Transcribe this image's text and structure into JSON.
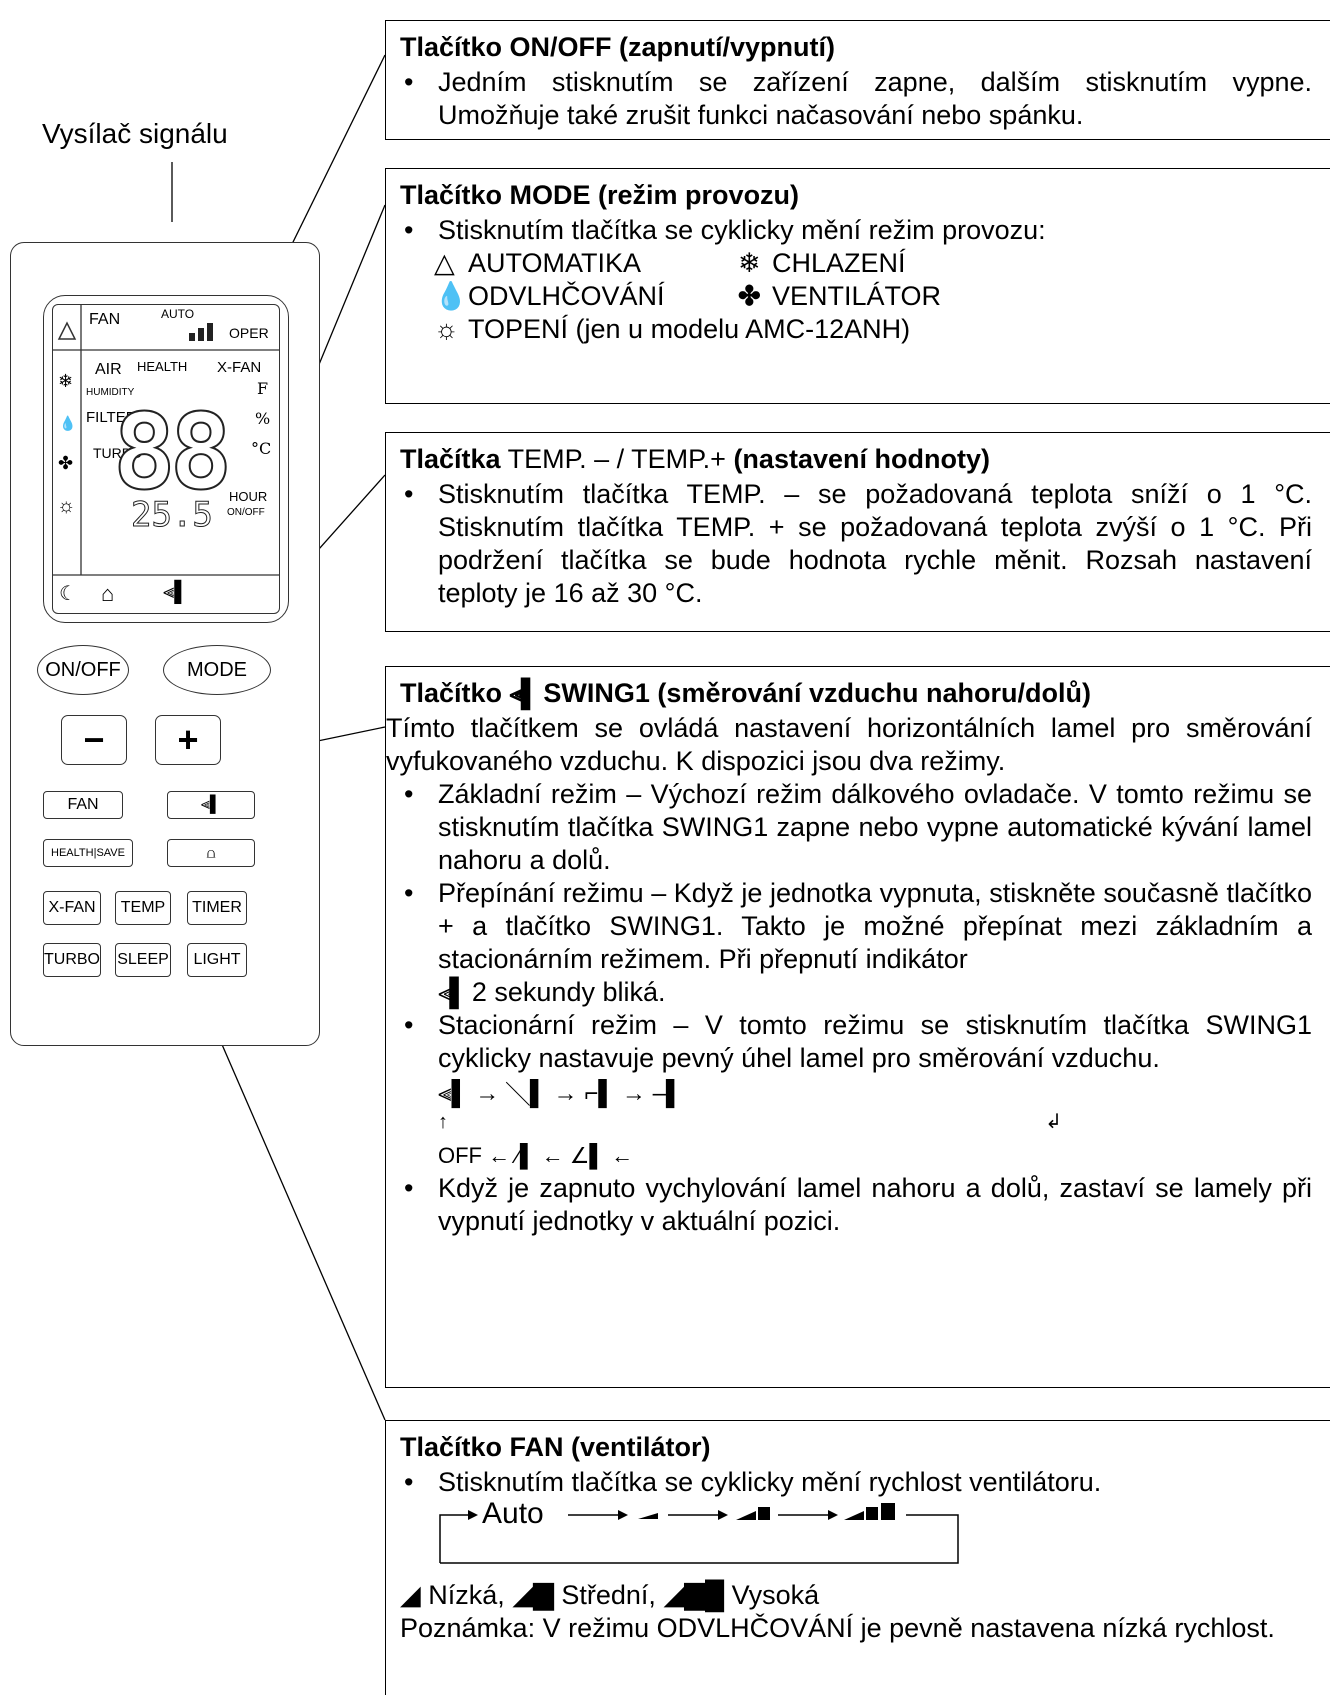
{
  "remote": {
    "transmitter_label": "Vysílač signálu",
    "lcd": {
      "fan": "FAN",
      "auto": "AUTO",
      "oper": "OPER",
      "air": "AIR",
      "health": "HEALTH",
      "xfan": "X-FAN",
      "humidity": "HUMIDITY",
      "filter": "FILTER",
      "turbo": "TURBO",
      "f": "F",
      "percent": "%",
      "celsius": "°C",
      "hour": "HOUR",
      "onoff": "ON/OFF",
      "digits_big": "88",
      "digits_small": "25.5"
    },
    "buttons": {
      "onoff": "ON/OFF",
      "mode": "MODE",
      "minus": "−",
      "plus": "+",
      "fan": "FAN",
      "health_save": "HEALTH|SAVE",
      "xfan": "X-FAN",
      "temp": "TEMP",
      "timer": "TIMER",
      "turbo": "TURBO",
      "sleep": "SLEEP",
      "light": "LIGHT"
    }
  },
  "sections": {
    "onoff": {
      "title": "Tlačítko ON/OFF (zapnutí/vypnutí)",
      "bullet": "Jedním stisknutím se zařízení zapne, dalším stisknutím vypne. Umožňuje také zrušit funkci načasování nebo spánku."
    },
    "mode": {
      "title": "Tlačítko MODE (režim provozu)",
      "bullet": "Stisknutím tlačítka se cyklicky mění režim provozu:",
      "modes": [
        "AUTOMATIKA",
        "CHLAZENÍ",
        "ODVLHČOVÁNÍ",
        "VENTILÁTOR",
        "TOPENÍ (jen u modelu AMC-12ANH)"
      ]
    },
    "temp": {
      "title_bold": "Tlačítka",
      "title_normal": " TEMP. – / TEMP.+ ",
      "title_bold2": "(nastavení hodnoty)",
      "bullet": "Stisknutím tlačítka TEMP. – se požadovaná teplota sníží o 1 °C. Stisknutím tlačítka TEMP. + se požadovaná teplota zvýší o 1 °C. Při podržení tlačítka se bude hodnota rychle měnit. Rozsah nastavení teploty je 16 až 30 °C."
    },
    "swing": {
      "title_a": "Tlačítko",
      "title_b": "SWING1 (směrování vzduchu nahoru/dolů)",
      "intro": "Tímto tlačítkem se ovládá nastavení horizontálních lamel pro směrování vyfukovaného vzduchu. K dispozici jsou dva režimy.",
      "b1": "Základní režim – Výchozí režim dálkového ovladače. V tomto režimu se stisknutím tlačítka SWING1 zapne nebo vypne automatické kývání lamel nahoru a dolů.",
      "b2": "Přepínání režimu – Když je jednotka vypnuta, stiskněte současně tlačítko + a tlačítko SWING1. Takto je možné přepínat mezi základním a stacionárním režimem. Při přepnutí indikátor",
      "b2_end": "2 sekundy bliká.",
      "b3": "Stacionární režim – V tomto režimu se stisknutím tlačítka SWING1 cyklicky nastavuje pevný úhel lamel pro směrování vzduchu.",
      "off": "OFF",
      "b4": "Když je zapnuto vychylování lamel nahoru a dolů, zastaví se lamely při vypnutí jednotky v aktuální pozici."
    },
    "fan": {
      "title": "Tlačítko FAN (ventilátor)",
      "bullet": "Stisknutím tlačítka se cyklicky mění rychlost ventilátoru.",
      "auto": "Auto",
      "low": "Nízká,",
      "mid": "Střední,",
      "high": "Vysoká",
      "note": "Poznámka: V režimu ODVLHČOVÁNÍ je pevně nastavena nízká rychlost."
    }
  }
}
